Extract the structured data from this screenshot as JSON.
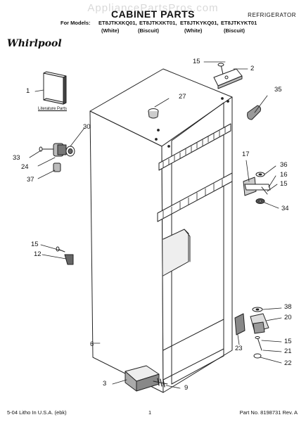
{
  "header": {
    "watermark": "AppliancePartsPros.com",
    "title": "CABINET PARTS",
    "category": "REFRIGERATOR",
    "models_prefix": "For Models:",
    "models": [
      {
        "code": "ET8JTKXKQ01,",
        "color": "(White)"
      },
      {
        "code": "ET8JTKXKT01,",
        "color": "(Biscuit)"
      },
      {
        "code": "ET8JTKYKQ01,",
        "color": "(White)"
      },
      {
        "code": "ET8JTKYKT01",
        "color": "(Biscuit)"
      }
    ],
    "brand": "Whirlpool"
  },
  "diagram": {
    "literature_label": "Literature Parts",
    "callouts": [
      "1",
      "2",
      "3",
      "6",
      "9",
      "12",
      "15",
      "15",
      "15",
      "15",
      "16",
      "17",
      "20",
      "21",
      "22",
      "23",
      "24",
      "27",
      "30",
      "33",
      "34",
      "35",
      "36",
      "37",
      "38"
    ]
  },
  "footer": {
    "left": "5-04 Litho In U.S.A. (ebk)",
    "page": "1",
    "right": "Part No. 8198731 Rev. A"
  }
}
